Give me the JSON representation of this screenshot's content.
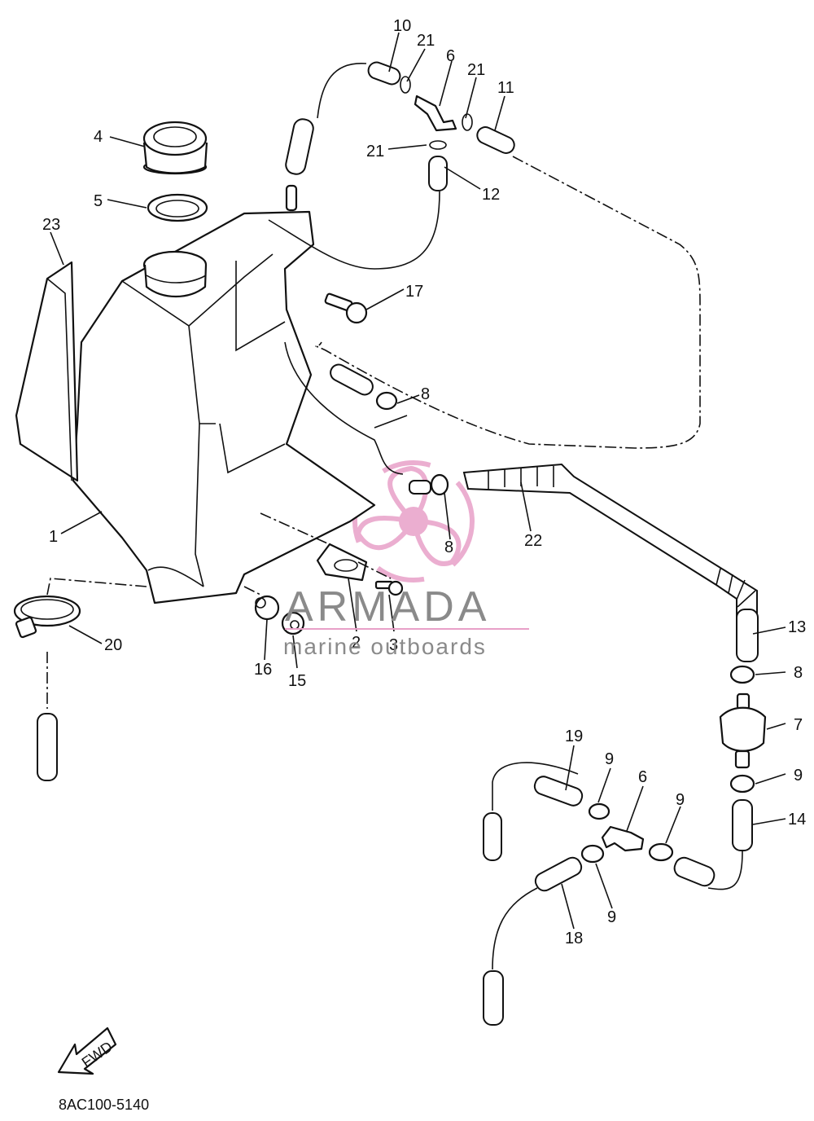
{
  "diagram": {
    "part_code": "8AC100-5140",
    "fwd_label": "FWD"
  },
  "watermark": {
    "brand": "ARMADA",
    "tagline": "marine outboards",
    "brand_color": "#8a8a8a",
    "accent_color": "#e8a0c8"
  },
  "callouts": [
    {
      "id": "c10",
      "text": "10"
    },
    {
      "id": "c21a",
      "text": "21"
    },
    {
      "id": "c6a",
      "text": "6"
    },
    {
      "id": "c21b",
      "text": "21"
    },
    {
      "id": "c11",
      "text": "11"
    },
    {
      "id": "c4",
      "text": "4"
    },
    {
      "id": "c21c",
      "text": "21"
    },
    {
      "id": "c12",
      "text": "12"
    },
    {
      "id": "c5",
      "text": "5"
    },
    {
      "id": "c23",
      "text": "23"
    },
    {
      "id": "c17",
      "text": "17"
    },
    {
      "id": "c8a",
      "text": "8"
    },
    {
      "id": "c22",
      "text": "22"
    },
    {
      "id": "c8b",
      "text": "8"
    },
    {
      "id": "c1",
      "text": "1"
    },
    {
      "id": "c2",
      "text": "2"
    },
    {
      "id": "c3",
      "text": "3"
    },
    {
      "id": "c16",
      "text": "16"
    },
    {
      "id": "c15",
      "text": "15"
    },
    {
      "id": "c20",
      "text": "20"
    },
    {
      "id": "c13",
      "text": "13"
    },
    {
      "id": "c8c",
      "text": "8"
    },
    {
      "id": "c7",
      "text": "7"
    },
    {
      "id": "c19",
      "text": "19"
    },
    {
      "id": "c9a",
      "text": "9"
    },
    {
      "id": "c6b",
      "text": "6"
    },
    {
      "id": "c9b",
      "text": "9"
    },
    {
      "id": "c9c",
      "text": "9"
    },
    {
      "id": "c14",
      "text": "14"
    },
    {
      "id": "c9d",
      "text": "9"
    },
    {
      "id": "c18",
      "text": "18"
    }
  ]
}
